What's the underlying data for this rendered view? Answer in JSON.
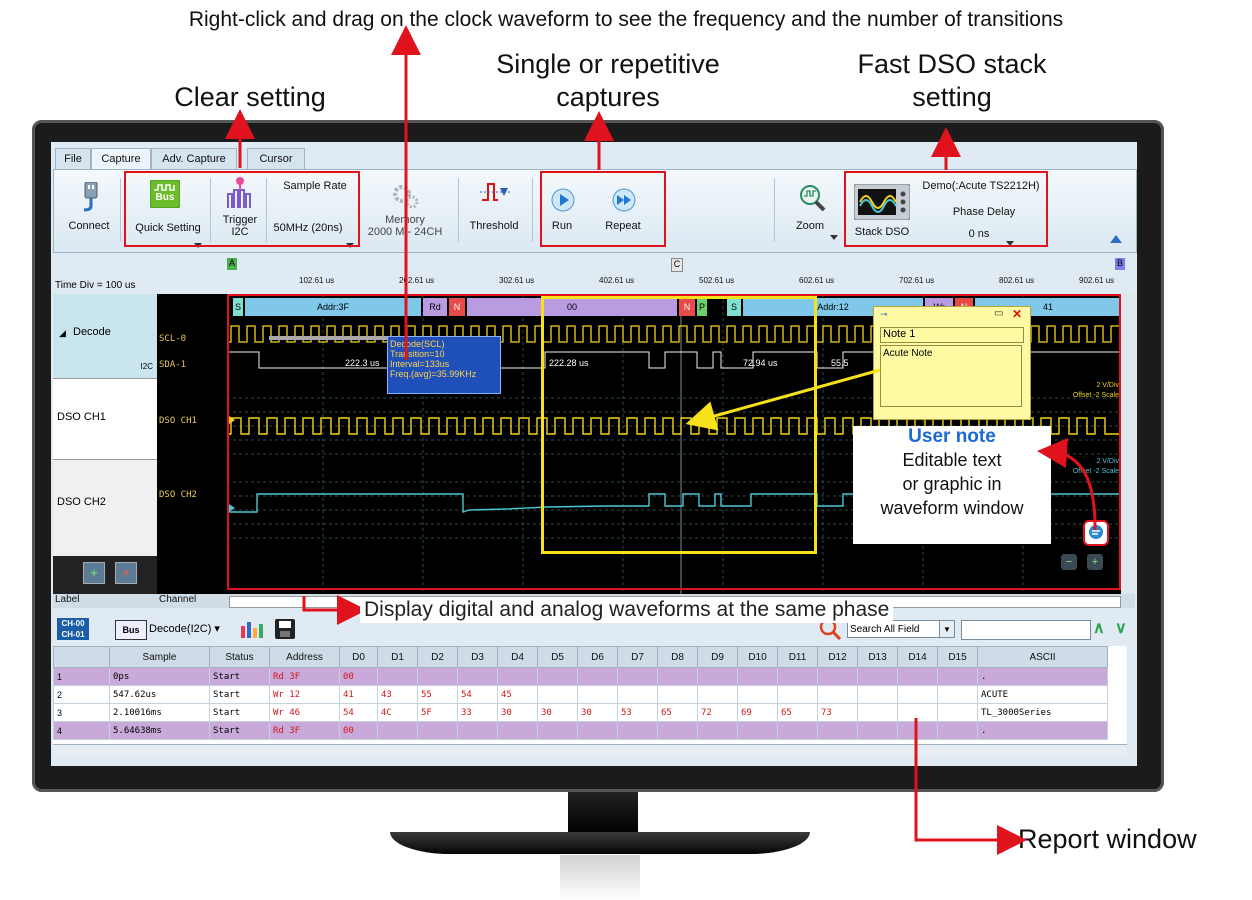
{
  "callouts": {
    "top": "Right-click and drag on the clock waveform to see the frequency and the number of transitions",
    "single_repetitive": "Single or repetitive captures",
    "fast_dso": "Fast DSO stack setting",
    "clear_setting": "Clear setting",
    "display_phase": "Display digital and analog waveforms at the same phase",
    "report_window": "Report window"
  },
  "tabs": [
    "File",
    "Capture",
    "Adv. Capture",
    "Cursor"
  ],
  "ribbon": {
    "connect": "Connect",
    "bus_badge": "Bus",
    "quick_setting": "Quick Setting",
    "trigger": "Trigger",
    "trigger_sub": "I2C",
    "sample_rate_label": "Sample Rate",
    "sample_rate_value": "50MHz (20ns)",
    "memory": "Memory",
    "memory_value": "2000 M - 24CH",
    "threshold": "Threshold",
    "run": "Run",
    "repeat": "Repeat",
    "zoom": "Zoom",
    "stack_dso": "Stack DSO",
    "demo": "Demo(:Acute TS2212H)",
    "phase_delay": "Phase Delay",
    "phase_value": "0 ns"
  },
  "timebar": {
    "time_div": "Time Div = 100 us",
    "ticks": [
      "102.61 us",
      "202.61 us",
      "302.61 us",
      "402.61 us",
      "502.61 us",
      "602.61 us",
      "702.61 us",
      "802.61 us",
      "902.61 us"
    ],
    "marker_a": "A",
    "marker_c": "C",
    "marker_b": "B"
  },
  "labels": {
    "decode": "Decode",
    "i2c": "I2C",
    "dso_ch1": "DSO CH1",
    "dso_ch2": "DSO CH2"
  },
  "channels": {
    "scl": "SCL-0",
    "sda": "SDA-1",
    "dso1": "DSO CH1",
    "dso2": "DSO CH2"
  },
  "decode_row": {
    "s1": "S",
    "addr1": "Addr:3F",
    "rd": "Rd",
    "n1": "N",
    "data": "00",
    "n2": "N",
    "p": "P",
    "s2": "S",
    "addr2": "Addr:12",
    "wr": "Wr",
    "n3": "N",
    "tail": "41"
  },
  "measure": {
    "m1": "222.3 us",
    "m2": "222.28 us",
    "m3": "72.94 us",
    "m4": "55.5"
  },
  "tooltip": {
    "title": "Decode(SCL)",
    "transition": "Transition=10",
    "interval": "Interval=133us",
    "freq": "Freq.(avg)=35.99KHz"
  },
  "scale": {
    "ch1_div": "2 V/Div",
    "ch1_offset": "Offset -2 Scale",
    "ch2_div": "2 V/Div",
    "ch2_offset": "Offset -2 Scale"
  },
  "note": {
    "title": "Note 1",
    "body": "Acute Note"
  },
  "user_note": {
    "heading": "User note",
    "line1": "Editable text",
    "line2": "or graphic in",
    "line3": "waveform window"
  },
  "bottom_labels": {
    "label": "Label",
    "channel": "Channel"
  },
  "report_toolbar": {
    "ch00": "CH-00",
    "ch01": "CH-01",
    "bus": "Bus",
    "decode_sel": "Decode(I2C)",
    "search_field": "Search All Field"
  },
  "report": {
    "columns": [
      "",
      "Sample",
      "Status",
      "Address",
      "D0",
      "D1",
      "D2",
      "D3",
      "D4",
      "D5",
      "D6",
      "D7",
      "D8",
      "D9",
      "D10",
      "D11",
      "D12",
      "D13",
      "D14",
      "D15",
      "ASCII"
    ],
    "rows": [
      {
        "n": "1",
        "sample": "0ps",
        "status": "Start",
        "address": "Rd 3F",
        "d": [
          "00",
          "",
          "",
          "",
          "",
          "",
          "",
          "",
          "",
          "",
          "",
          "",
          "",
          "",
          "",
          ""
        ],
        "ascii": ".",
        "style": "pur"
      },
      {
        "n": "2",
        "sample": "547.62us",
        "status": "Start",
        "address": "Wr 12",
        "d": [
          "41",
          "43",
          "55",
          "54",
          "45",
          "",
          "",
          "",
          "",
          "",
          "",
          "",
          "",
          "",
          "",
          ""
        ],
        "ascii": "ACUTE",
        "style": "wht"
      },
      {
        "n": "3",
        "sample": "2.10016ms",
        "status": "Start",
        "address": "Wr 46",
        "d": [
          "54",
          "4C",
          "5F",
          "33",
          "30",
          "30",
          "30",
          "53",
          "65",
          "72",
          "69",
          "65",
          "73",
          "",
          "",
          ""
        ],
        "ascii": "TL_3000Series",
        "style": "wht"
      },
      {
        "n": "4",
        "sample": "5.64638ms",
        "status": "Start",
        "address": "Rd 3F",
        "d": [
          "00",
          "",
          "",
          "",
          "",
          "",
          "",
          "",
          "",
          "",
          "",
          "",
          "",
          "",
          "",
          ""
        ],
        "ascii": ".",
        "style": "pur"
      }
    ]
  },
  "colors": {
    "red": "#e0121e",
    "yellow_wave": "#f2d21a",
    "cyan_wave": "#49c7d6",
    "decode_blue": "#7fc8ea",
    "decode_purple": "#b89be0",
    "decode_red": "#e84a4a"
  }
}
